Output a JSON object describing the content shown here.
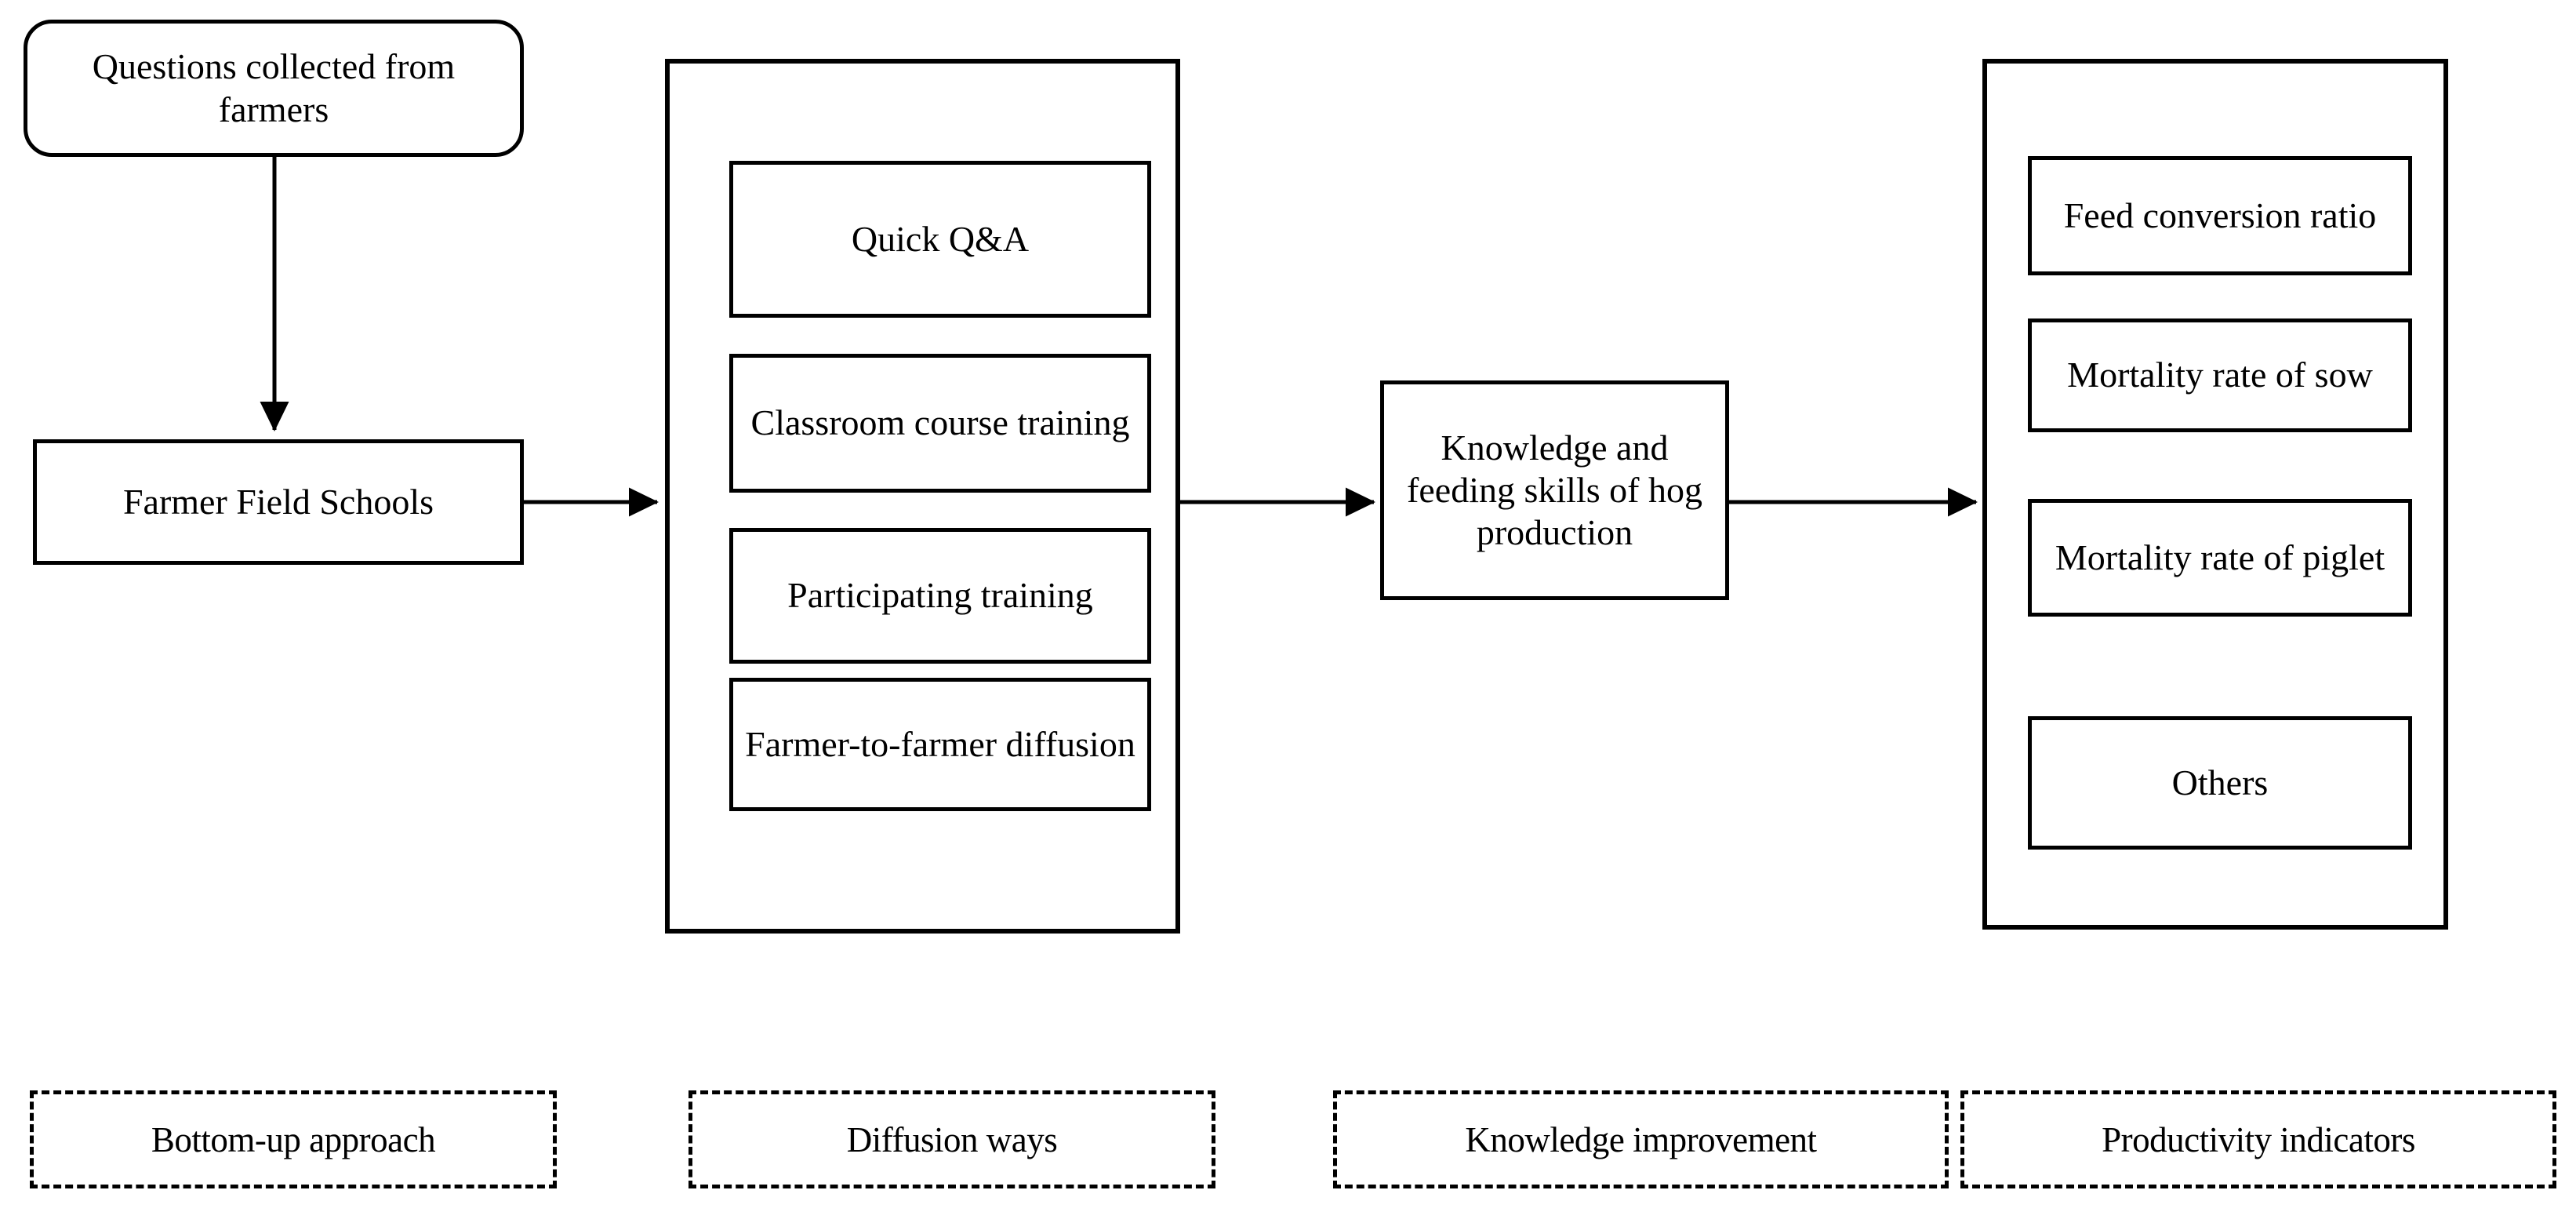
{
  "diagram": {
    "title": "Farmer Field Schools knowledge diffusion flowchart",
    "stroke_color": "#000000",
    "background_color": "#ffffff"
  },
  "nodes": {
    "questions": {
      "label": "Questions collected from farmers",
      "shape": "rounded-rectangle"
    },
    "ffs": {
      "label": "Farmer Field Schools",
      "shape": "rectangle"
    },
    "knowledge": {
      "label": "Knowledge and feeding skills of hog production",
      "shape": "rectangle"
    }
  },
  "diffusion_group": {
    "items": [
      {
        "label": "Quick Q&A"
      },
      {
        "label": "Classroom course training"
      },
      {
        "label": "Participating training"
      },
      {
        "label": "Farmer-to-farmer diffusion"
      }
    ]
  },
  "productivity_group": {
    "items": [
      {
        "label": "Feed conversion ratio"
      },
      {
        "label": "Mortality rate of sow"
      },
      {
        "label": "Mortality rate of piglet"
      },
      {
        "label": "Others"
      }
    ]
  },
  "legends": [
    {
      "label": "Bottom-up approach"
    },
    {
      "label": "Diffusion ways"
    },
    {
      "label": "Knowledge improvement"
    },
    {
      "label": "Productivity indicators"
    }
  ],
  "edges": [
    {
      "from": "questions",
      "to": "ffs",
      "direction": "down"
    },
    {
      "from": "ffs",
      "to": "diffusion_group",
      "direction": "right"
    },
    {
      "from": "diffusion_group",
      "to": "knowledge",
      "direction": "right"
    },
    {
      "from": "knowledge",
      "to": "productivity_group",
      "direction": "right"
    }
  ]
}
